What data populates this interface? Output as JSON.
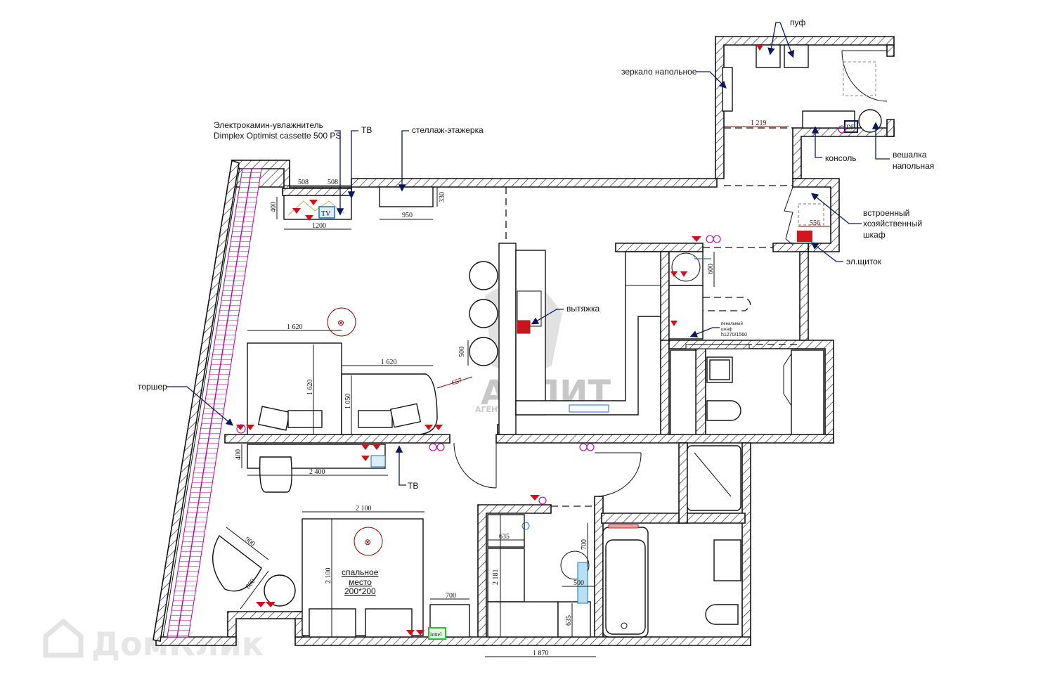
{
  "plan": {
    "title": "Планировка квартиры",
    "labels": {
      "fireplace_line1": "Электрокамин-увлажнитель",
      "fireplace_line2": "Dimplex Optimist cassette 500 PS",
      "tv_top": "ТВ",
      "shelf": "стеллаж-этажерка",
      "mirror": "зеркало напольное",
      "pouf": "пуф",
      "console": "консоль",
      "hanger_line1": "вешалка",
      "hanger_line2": "напольная",
      "closet_line1": "встроенный",
      "closet_line2": "хозяйственный",
      "closet_line3": "шкаф",
      "panel": "эл.щиток",
      "hood": "вытяжка",
      "floor_lamp": "торшер",
      "tv_bottom": "ТВ",
      "pencil_case_line1": "пенальный",
      "pencil_case_line2": "шкаф",
      "pencil_case_line3": "h1270/1560",
      "bed_line1": "спальное",
      "bed_line2": "место",
      "bed_line3": "200*200",
      "tv_icon": "TV",
      "df_icon": "DF",
      "inttel": "inttel"
    },
    "dimensions": {
      "d508a": "508",
      "d508b": "508",
      "d400_top": "400",
      "d1200": "1200",
      "d330": "330",
      "d950": "950",
      "d1219": "1 219",
      "d556": "556",
      "d600": "600",
      "d1620_a": "1 620",
      "d1620_b": "1 620",
      "d1620_v": "1 620",
      "d1050": "1 050",
      "d500_chairs": "500",
      "d657": "657",
      "d400_bottom": "400",
      "d2400": "2 400",
      "d2100_h": "2 100",
      "d2100_v": "2 100",
      "d900": "900",
      "d800": "800",
      "d700_bed": "700",
      "d635_a": "635",
      "d2181": "2 181",
      "d635_b": "635",
      "d700_bath": "700",
      "d500_bath": "500",
      "d1870": "1 870"
    },
    "watermarks": {
      "agency_name": "АЭЛИТ",
      "agency_sub": "АГЕНТСТВО НЕДВИЖИМОСТИ",
      "site": "ДомКлик"
    },
    "colors": {
      "wall": "#111111",
      "socket": "#c8141e",
      "leader": "#0a1760",
      "switch": "#b3009a",
      "radiator": "#b3009a",
      "tv_box": "#1e6fc0",
      "inttel": "#2bbf2b"
    }
  }
}
